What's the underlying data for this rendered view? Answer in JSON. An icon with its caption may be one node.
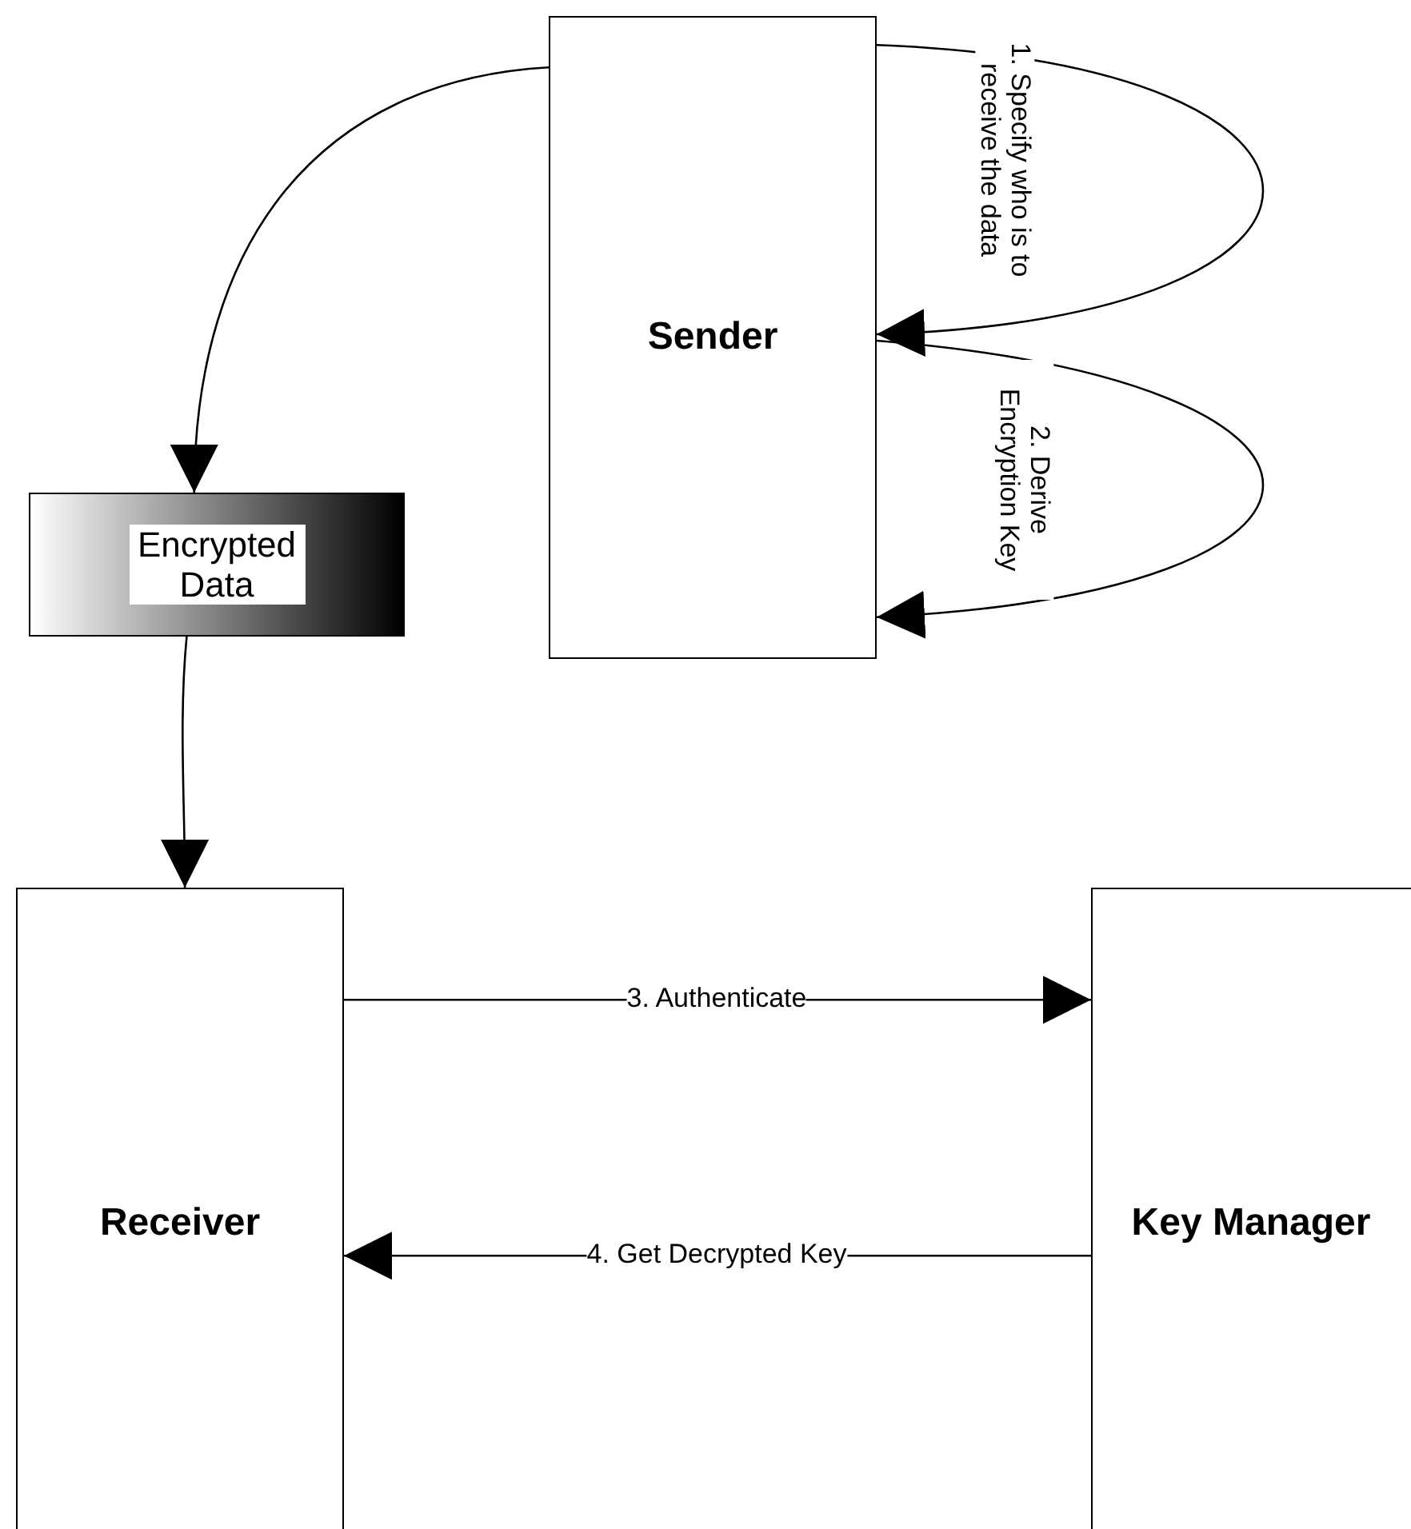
{
  "diagram": {
    "nodes": [
      {
        "text": [
          "Sender"
        ]
      },
      {
        "text": [
          "Encrypted Data"
        ]
      },
      {
        "text": [
          "Receiver"
        ]
      },
      {
        "text": [
          "Key Manager"
        ]
      }
    ],
    "edges": [
      {
        "from": 0,
        "to": 1,
        "arrow": "to"
      },
      {
        "from": 1,
        "to": 2,
        "arrow": "to"
      },
      {
        "from": 0,
        "to": 0,
        "arrow": "to",
        "label": "1. Specify who is to receive the data"
      },
      {
        "from": 0,
        "to": 0,
        "arrow": "to",
        "label": "2. Derive Encryption Key"
      },
      {
        "from": 2,
        "to": 3,
        "arrow": "to",
        "label": "3. Authenticate"
      },
      {
        "from": 3,
        "to": 2,
        "arrow": "to",
        "label": "4. Get Decrypted Key"
      }
    ]
  }
}
